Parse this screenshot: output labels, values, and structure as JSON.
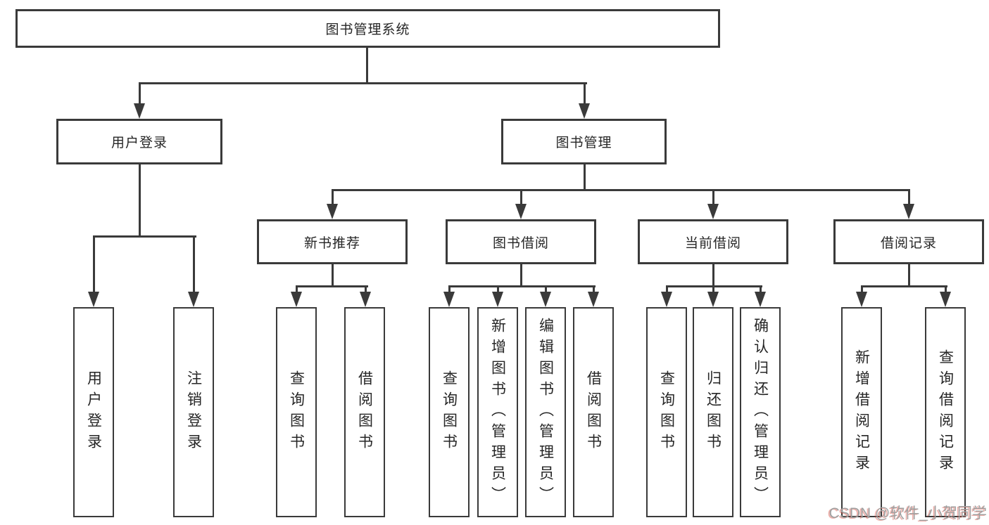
{
  "diagram": {
    "title": "图书管理系统",
    "root": {
      "label": "图书管理系统"
    },
    "level2": {
      "user_login": {
        "label": "用户登录"
      },
      "book_mgmt": {
        "label": "图书管理"
      }
    },
    "level3": {
      "new_book_rec": {
        "label": "新书推荐"
      },
      "book_borrow": {
        "label": "图书借阅"
      },
      "current_borrow": {
        "label": "当前借阅"
      },
      "borrow_records": {
        "label": "借阅记录"
      }
    },
    "leaves": {
      "user_login": [
        "用户登录",
        "注销登录"
      ],
      "new_book_rec": [
        "查询图书",
        "借阅图书"
      ],
      "book_borrow": [
        "查询图书",
        "新增图书（管理员）",
        "编辑图书（管理员）",
        "借阅图书"
      ],
      "current_borrow": [
        "查询图书",
        "归还图书",
        "确认归还（管理员）"
      ],
      "borrow_records": [
        "新增借阅记录",
        "查询借阅记录"
      ]
    }
  },
  "colors": {
    "line": "#3a3a3a",
    "text": "#262626",
    "background": "#ffffff",
    "watermark_gray": "#a0a0a0",
    "watermark_red": "#d64d40"
  },
  "watermark": {
    "text": "CSDN @软件_小贺同学"
  }
}
